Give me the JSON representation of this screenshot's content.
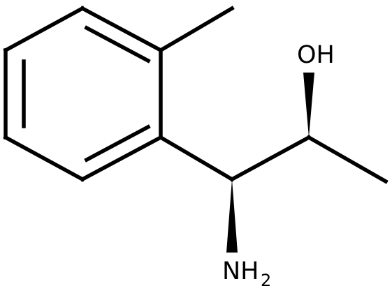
{
  "labels": {
    "hydroxyl": "OH",
    "amine": "NH",
    "amine_subscript": "2"
  },
  "colors": {
    "ink": "#000000",
    "background": "#ffffff"
  }
}
